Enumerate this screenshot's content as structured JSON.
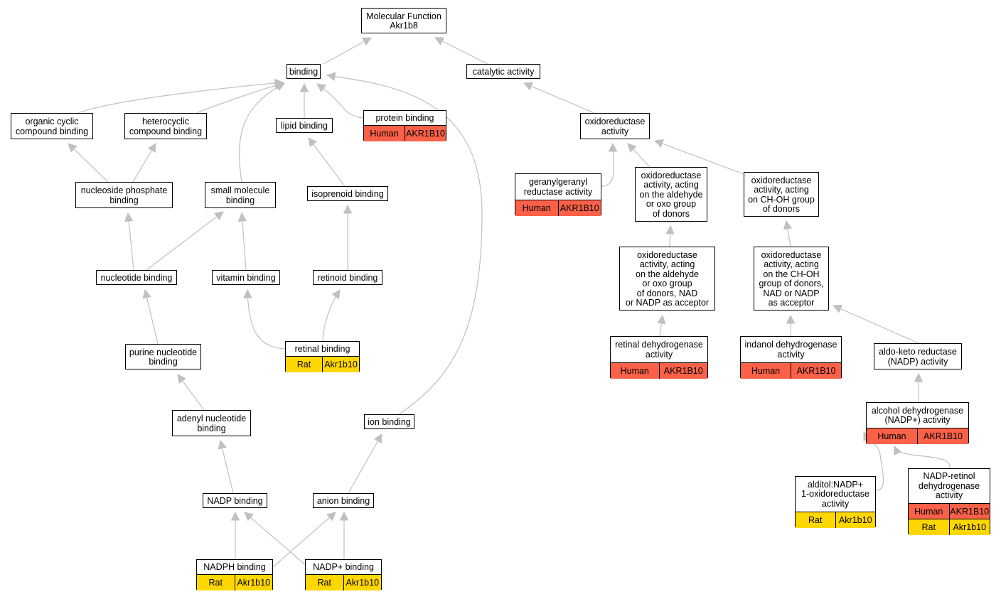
{
  "colors": {
    "edge": "#c0c0c0",
    "human": "#fa6148",
    "rat": "#ffd700",
    "node_border": "#000000",
    "node_fill": "#ffffff"
  },
  "nodes": {
    "mf": {
      "label": "Molecular Function\nAkr1b8"
    },
    "binding": {
      "label": "binding"
    },
    "catalytic": {
      "label": "catalytic activity"
    },
    "organic_cyclic": {
      "label": "organic cyclic\ncompound binding"
    },
    "heterocyclic": {
      "label": "heterocyclic\ncompound binding"
    },
    "lipid_binding": {
      "label": "lipid binding"
    },
    "protein_binding": {
      "label": "protein binding",
      "annotations": [
        {
          "species": "Human",
          "gene": "AKR1B10"
        }
      ]
    },
    "oxidoreductase": {
      "label": "oxidoreductase\nactivity"
    },
    "nucleoside_phosphate": {
      "label": "nucleoside phosphate\nbinding"
    },
    "small_molecule": {
      "label": "small molecule\nbinding"
    },
    "isoprenoid": {
      "label": "isoprenoid binding"
    },
    "geranylgeranyl": {
      "label": "geranylgeranyl\nreductase activity",
      "annotations": [
        {
          "species": "Human",
          "gene": "AKR1B10"
        }
      ]
    },
    "oxido_aldehyde": {
      "label": "oxidoreductase\nactivity, acting\non the aldehyde\nor oxo group\nof donors"
    },
    "oxido_choh": {
      "label": "oxidoreductase\nactivity, acting\non CH-OH group\nof donors"
    },
    "nucleotide": {
      "label": "nucleotide binding"
    },
    "vitamin": {
      "label": "vitamin binding"
    },
    "retinoid": {
      "label": "retinoid binding"
    },
    "oxido_aldehyde_nad": {
      "label": "oxidoreductase\nactivity, acting\non the aldehyde\nor oxo group\nof donors, NAD\nor NADP as acceptor"
    },
    "oxido_choh_nad": {
      "label": "oxidoreductase\nactivity, acting\non the CH-OH\ngroup of donors,\nNAD or NADP\nas acceptor"
    },
    "purine_nucleotide": {
      "label": "purine nucleotide\nbinding"
    },
    "retinal_binding": {
      "label": "retinal binding",
      "annotations": [
        {
          "species": "Rat",
          "gene": "Akr1b10"
        }
      ]
    },
    "retinal_dh": {
      "label": "retinal dehydrogenase\nactivity",
      "annotations": [
        {
          "species": "Human",
          "gene": "AKR1B10"
        }
      ]
    },
    "indanol_dh": {
      "label": "indanol dehydrogenase\nactivity",
      "annotations": [
        {
          "species": "Human",
          "gene": "AKR1B10"
        }
      ]
    },
    "aldo_keto": {
      "label": "aldo-keto reductase\n(NADP) activity"
    },
    "adenyl": {
      "label": "adenyl nucleotide\nbinding"
    },
    "ion_binding": {
      "label": "ion binding"
    },
    "alcohol_dh": {
      "label": "alcohol dehydrogenase\n(NADP+) activity",
      "annotations": [
        {
          "species": "Human",
          "gene": "AKR1B10"
        }
      ]
    },
    "alditol": {
      "label": "alditol:NADP+\n1-oxidoreductase\nactivity",
      "annotations": [
        {
          "species": "Rat",
          "gene": "Akr1b10"
        }
      ]
    },
    "nadp_retinol": {
      "label": "NADP-retinol\ndehydrogenase\nactivity",
      "annotations": [
        {
          "species": "Human",
          "gene": "AKR1B10"
        },
        {
          "species": "Rat",
          "gene": "Akr1b10"
        }
      ]
    },
    "nadp_binding": {
      "label": "NADP binding"
    },
    "anion_binding": {
      "label": "anion binding"
    },
    "nadph_binding": {
      "label": "NADPH binding",
      "annotations": [
        {
          "species": "Rat",
          "gene": "Akr1b10"
        }
      ]
    },
    "nadp_plus_binding": {
      "label": "NADP+ binding",
      "annotations": [
        {
          "species": "Rat",
          "gene": "Akr1b10"
        }
      ]
    }
  },
  "edges": [
    {
      "from": "binding",
      "to": "mf"
    },
    {
      "from": "catalytic",
      "to": "mf"
    },
    {
      "from": "organic_cyclic",
      "to": "binding"
    },
    {
      "from": "heterocyclic",
      "to": "binding"
    },
    {
      "from": "small_molecule",
      "to": "binding"
    },
    {
      "from": "lipid_binding",
      "to": "binding"
    },
    {
      "from": "protein_binding",
      "to": "binding"
    },
    {
      "from": "ion_binding",
      "to": "binding"
    },
    {
      "from": "oxidoreductase",
      "to": "catalytic"
    },
    {
      "from": "nucleoside_phosphate",
      "to": "organic_cyclic"
    },
    {
      "from": "nucleoside_phosphate",
      "to": "heterocyclic"
    },
    {
      "from": "isoprenoid",
      "to": "lipid_binding"
    },
    {
      "from": "geranylgeranyl",
      "to": "oxidoreductase"
    },
    {
      "from": "oxido_aldehyde",
      "to": "oxidoreductase"
    },
    {
      "from": "oxido_choh",
      "to": "oxidoreductase"
    },
    {
      "from": "nucleotide",
      "to": "nucleoside_phosphate"
    },
    {
      "from": "nucleotide",
      "to": "small_molecule"
    },
    {
      "from": "vitamin",
      "to": "small_molecule"
    },
    {
      "from": "retinoid",
      "to": "isoprenoid"
    },
    {
      "from": "oxido_aldehyde_nad",
      "to": "oxido_aldehyde"
    },
    {
      "from": "oxido_choh_nad",
      "to": "oxido_choh"
    },
    {
      "from": "purine_nucleotide",
      "to": "nucleotide"
    },
    {
      "from": "retinal_binding",
      "to": "vitamin"
    },
    {
      "from": "retinal_binding",
      "to": "retinoid"
    },
    {
      "from": "retinal_dh",
      "to": "oxido_aldehyde_nad"
    },
    {
      "from": "indanol_dh",
      "to": "oxido_choh_nad"
    },
    {
      "from": "aldo_keto",
      "to": "oxido_choh_nad"
    },
    {
      "from": "adenyl",
      "to": "purine_nucleotide"
    },
    {
      "from": "alcohol_dh",
      "to": "aldo_keto"
    },
    {
      "from": "alditol",
      "to": "alcohol_dh"
    },
    {
      "from": "nadp_retinol",
      "to": "alcohol_dh"
    },
    {
      "from": "nadp_binding",
      "to": "adenyl"
    },
    {
      "from": "anion_binding",
      "to": "ion_binding"
    },
    {
      "from": "nadph_binding",
      "to": "nadp_binding"
    },
    {
      "from": "nadph_binding",
      "to": "anion_binding"
    },
    {
      "from": "nadp_plus_binding",
      "to": "nadp_binding"
    },
    {
      "from": "nadp_plus_binding",
      "to": "anion_binding"
    }
  ]
}
